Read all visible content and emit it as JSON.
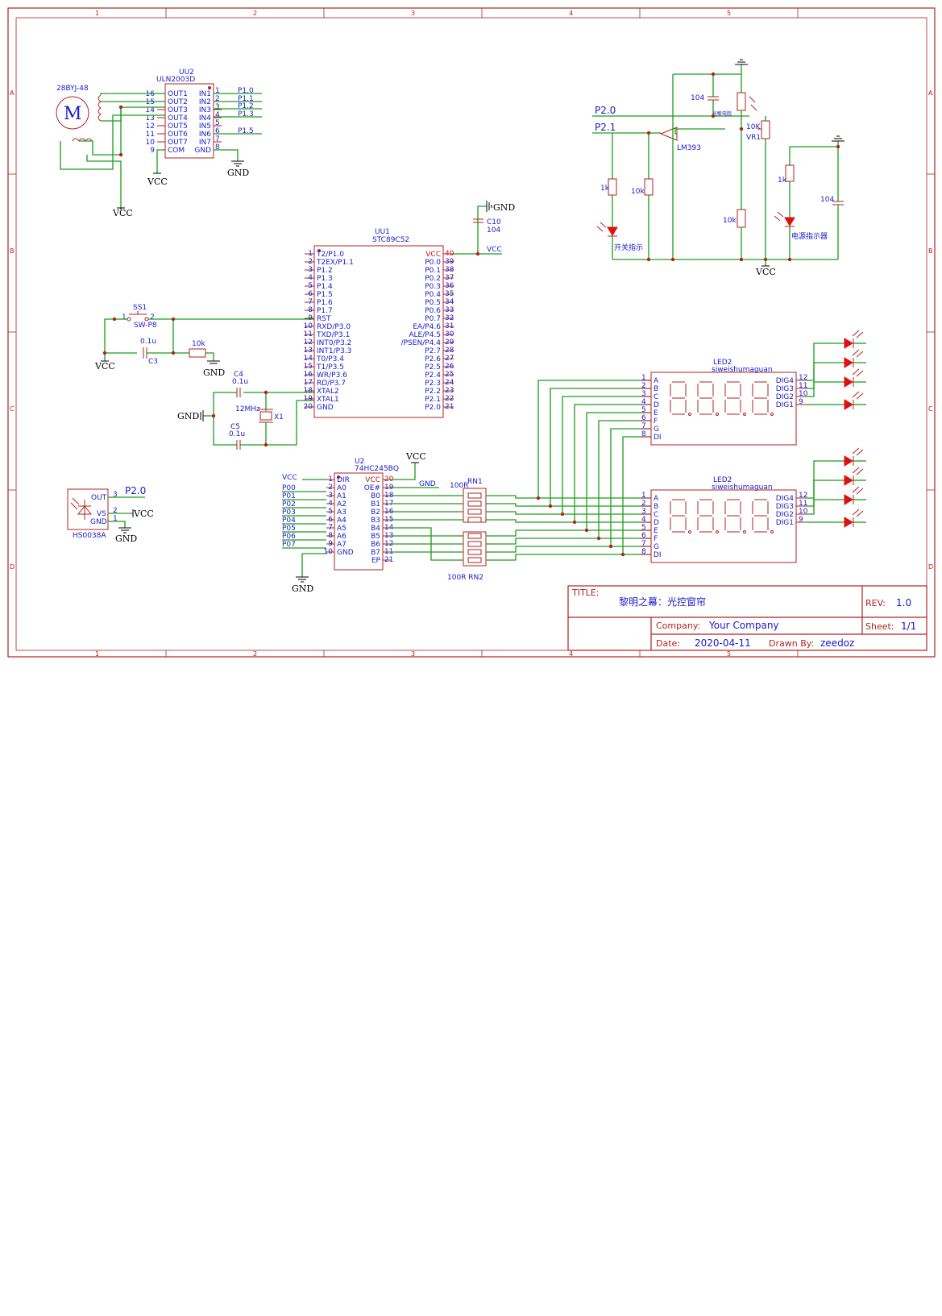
{
  "grid": {
    "columns": [
      "1",
      "2",
      "3",
      "4",
      "5"
    ],
    "rows": [
      "A",
      "B",
      "C",
      "D"
    ]
  },
  "title_block": {
    "title_label": "TITLE:",
    "title_value": "黎明之幕：光控窗帘",
    "rev_label": "REV:",
    "rev_value": "1.0",
    "company_label": "Company:",
    "company_value": "Your Company",
    "sheet_label": "Sheet:",
    "sheet_value": "1/1",
    "date_label": "Date:",
    "date_value": "2020-04-11",
    "drawn_label": "Drawn By:",
    "drawn_value": "zeedoz"
  },
  "motor": {
    "name": "28BYJ-48",
    "driver_ref": "UU2",
    "driver_part": "ULN2003D",
    "left_pins": [
      "OUT1",
      "OUT2",
      "OUT3",
      "OUT4",
      "OUT5",
      "OUT6",
      "OUT7",
      "COM"
    ],
    "left_nums": [
      "16",
      "15",
      "14",
      "13",
      "12",
      "11",
      "10",
      "9"
    ],
    "right_pins": [
      "IN1",
      "IN2",
      "IN3",
      "IN4",
      "IN5",
      "IN6",
      "IN7",
      "GND"
    ],
    "right_nums": [
      "1",
      "2",
      "3",
      "4",
      "5",
      "6",
      "7",
      "8"
    ],
    "nets": [
      "P1.0",
      "P1.1",
      "P1.2",
      "P1.3",
      "P1.5"
    ],
    "vcc1": "VCC",
    "vcc2": "VCC",
    "gnd": "GND"
  },
  "mcu": {
    "ref": "UU1",
    "part": "STC89C52",
    "left_pins": [
      "T2/P1.0",
      "T2EX/P1.1",
      "P1.2",
      "P1.3",
      "P1.4",
      "P1.5",
      "P1.6",
      "P1.7",
      "RST",
      "RXD/P3.0",
      "TXD/P3.1",
      "INT0/P3.2",
      "INT1/P3.3",
      "T0/P3.4",
      "T1/P3.5",
      "WR/P3.6",
      "RD/P3.7",
      "XTAL2",
      "XTAL1",
      "GND"
    ],
    "left_nums": [
      "1",
      "2",
      "3",
      "4",
      "5",
      "6",
      "7",
      "8",
      "9",
      "10",
      "11",
      "12",
      "13",
      "14",
      "15",
      "16",
      "17",
      "18",
      "19",
      "20"
    ],
    "right_pins": [
      "VCC",
      "P0.0",
      "P0.1",
      "P0.2",
      "P0.3",
      "P0.4",
      "P0.5",
      "P0.6",
      "P0.7",
      "EA/P4.6",
      "ALE/P4.5",
      "/PSEN/P4.4",
      "P2.7",
      "P2.6",
      "P2.5",
      "P2.4",
      "P2.3",
      "P2.2",
      "P2.1",
      "P2.0"
    ],
    "right_nums": [
      "40",
      "39",
      "38",
      "37",
      "36",
      "35",
      "34",
      "33",
      "32",
      "31",
      "30",
      "29",
      "28",
      "27",
      "26",
      "25",
      "24",
      "23",
      "22",
      "21"
    ],
    "vcc_net": "VCC",
    "decoupling_ref": "C10",
    "decoupling_val": "104",
    "decoupling_gnd": "GND"
  },
  "reset": {
    "switch_ref": "SS1",
    "switch_part": "SW-P8",
    "sw_pin1": "1",
    "sw_pin2": "2",
    "cap_val": "0.1u",
    "cap_ref": "C3",
    "res_val": "10k",
    "vcc": "VCC",
    "gnd": "GND"
  },
  "crystal": {
    "c4_ref": "C4",
    "c4_val": "0.1u",
    "c5_ref": "C5",
    "c5_val": "0.1u",
    "xtal_freq": "12MHz",
    "xtal_ref": "X1",
    "gnd": "GND"
  },
  "ir": {
    "part": "HS0038A",
    "pins": [
      "OUT",
      "VS",
      "GND"
    ],
    "nums": [
      "3",
      "2",
      "1"
    ],
    "out_net": "P2.0",
    "vcc": "VCC",
    "gnd": "GND"
  },
  "buffer": {
    "ref": "U2",
    "part": "74HC245BQ",
    "left_pins": [
      "DIR",
      "A0",
      "A1",
      "A2",
      "A3",
      "A4",
      "A5",
      "A6",
      "A7",
      "GND"
    ],
    "left_nums": [
      "1",
      "2",
      "3",
      "4",
      "5",
      "6",
      "7",
      "8",
      "9",
      "10"
    ],
    "right_pins": [
      "VCC",
      "OE#",
      "B0",
      "B1",
      "B2",
      "B3",
      "B4",
      "B5",
      "B6",
      "B7",
      "EP"
    ],
    "right_nums": [
      "20",
      "19",
      "18",
      "17",
      "16",
      "15",
      "14",
      "13",
      "12",
      "11",
      "21"
    ],
    "inputs": [
      "VCC",
      "P00",
      "P01",
      "P02",
      "P03",
      "P04",
      "P05",
      "P06",
      "P07"
    ],
    "vcc": "VCC",
    "gnd1": "GND",
    "gnd2": "GND"
  },
  "resnet": {
    "rn1": "RN1",
    "rn1_val": "100R",
    "rn2_label": "100R RN2"
  },
  "displays": [
    {
      "ref": "LED2",
      "part": "siweishumaguan",
      "seg_pins": [
        "A",
        "B",
        "C",
        "D",
        "E",
        "F",
        "G",
        "DI"
      ],
      "seg_nums": [
        "1",
        "2",
        "3",
        "4",
        "5",
        "6",
        "7",
        "8"
      ],
      "dig_pins": [
        "DIG4",
        "DIG3",
        "DIG2",
        "DIG1"
      ],
      "dig_nums": [
        "12",
        "11",
        "10",
        "9"
      ]
    },
    {
      "ref": "LED2",
      "part": "siweishumaguan",
      "seg_pins": [
        "A",
        "B",
        "C",
        "D",
        "E",
        "F",
        "G",
        "DI"
      ],
      "seg_nums": [
        "1",
        "2",
        "3",
        "4",
        "5",
        "6",
        "7",
        "8"
      ],
      "dig_pins": [
        "DIG4",
        "DIG3",
        "DIG2",
        "DIG1"
      ],
      "dig_nums": [
        "12",
        "11",
        "10",
        "9"
      ]
    }
  ],
  "light_sensor": {
    "net_p20": "P2.0",
    "net_p21": "P2.1",
    "cap1": "104",
    "ldr_label": "光敏电阻",
    "pot_val": "10K",
    "pot_ref": "VR1",
    "comparator": "LM393",
    "r_1k_a": "1k",
    "r_10k_a": "10k",
    "r_10k_b": "10k",
    "r_1k_b": "1k",
    "cap2": "104",
    "led1_label": "开关指示",
    "led2_label": "电源指示器",
    "vcc": "VCC"
  },
  "colors": {
    "frame": "#b22222",
    "wire": "#1a9e1a",
    "text": "#1a1acc",
    "led": "#dd1111"
  }
}
